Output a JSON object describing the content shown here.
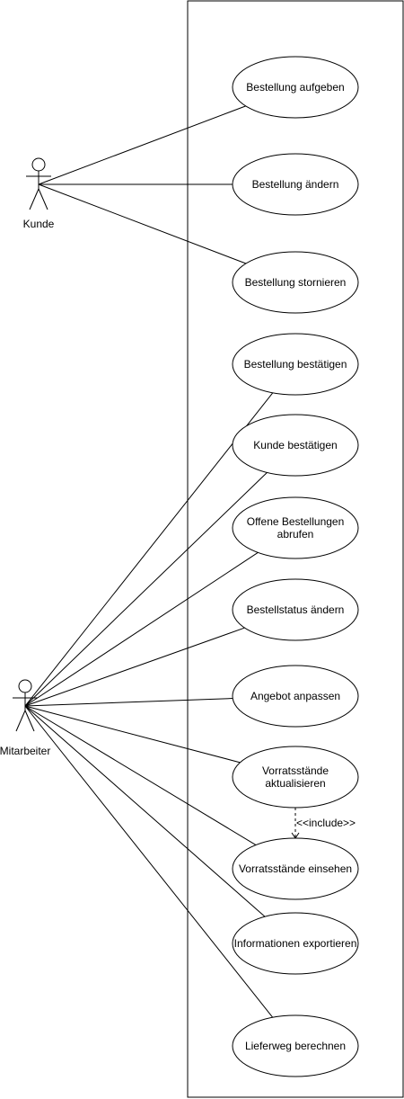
{
  "actors": [
    {
      "id": "kunde",
      "label": "Kunde"
    },
    {
      "id": "mitarbeiter",
      "label": "Mitarbeiter"
    }
  ],
  "use_cases": [
    {
      "id": "uc1",
      "lines": [
        "Bestellung aufgeben"
      ],
      "actor": "kunde"
    },
    {
      "id": "uc2",
      "lines": [
        "Bestellung ändern"
      ],
      "actor": "kunde"
    },
    {
      "id": "uc3",
      "lines": [
        "Bestellung stornieren"
      ],
      "actor": "kunde"
    },
    {
      "id": "uc4",
      "lines": [
        "Bestellung bestätigen"
      ],
      "actor": "mitarbeiter"
    },
    {
      "id": "uc5",
      "lines": [
        "Kunde bestätigen"
      ],
      "actor": "mitarbeiter"
    },
    {
      "id": "uc6",
      "lines": [
        "Offene Bestellungen",
        "abrufen"
      ],
      "actor": "mitarbeiter"
    },
    {
      "id": "uc7",
      "lines": [
        "Bestellstatus ändern"
      ],
      "actor": "mitarbeiter"
    },
    {
      "id": "uc8",
      "lines": [
        "Angebot anpassen"
      ],
      "actor": "mitarbeiter"
    },
    {
      "id": "uc9",
      "lines": [
        "Vorratsstände",
        "aktualisieren"
      ],
      "actor": "mitarbeiter"
    },
    {
      "id": "uc10",
      "lines": [
        "Vorratsstände einsehen"
      ],
      "actor": "mitarbeiter"
    },
    {
      "id": "uc11",
      "lines": [
        "Informationen exportieren"
      ],
      "actor": "mitarbeiter"
    },
    {
      "id": "uc12",
      "lines": [
        "Lieferweg berechnen"
      ],
      "actor": "mitarbeiter"
    }
  ],
  "relations": [
    {
      "from": "uc9",
      "to": "uc10",
      "label": "<<include>>"
    }
  ]
}
